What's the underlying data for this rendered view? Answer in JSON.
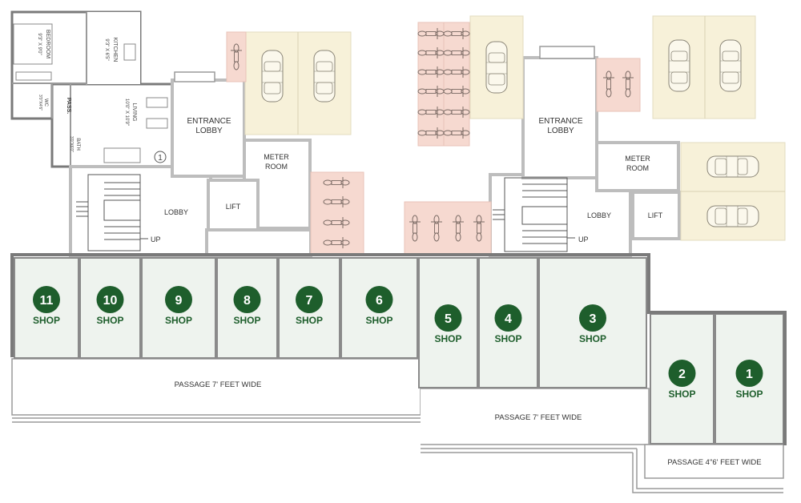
{
  "colors": {
    "wall": "#bdbdbd",
    "wall_dark": "#6e6e6e",
    "shop_fill": "#eef3ee",
    "shop_badge": "#1e5e2c",
    "car_bay": "#f7f1d9",
    "bike_bay": "#f6d9d0",
    "text": "#333333"
  },
  "shops": [
    {
      "number": "11",
      "label": "SHOP"
    },
    {
      "number": "10",
      "label": "SHOP"
    },
    {
      "number": "9",
      "label": "SHOP"
    },
    {
      "number": "8",
      "label": "SHOP"
    },
    {
      "number": "7",
      "label": "SHOP"
    },
    {
      "number": "6",
      "label": "SHOP"
    },
    {
      "number": "5",
      "label": "SHOP"
    },
    {
      "number": "4",
      "label": "SHOP"
    },
    {
      "number": "3",
      "label": "SHOP"
    },
    {
      "number": "2",
      "label": "SHOP"
    },
    {
      "number": "1",
      "label": "SHOP"
    }
  ],
  "labels": {
    "entrance_lobby_1_line1": "ENTRANCE",
    "entrance_lobby_1_line2": "LOBBY",
    "entrance_lobby_2_line1": "ENTRANCE",
    "entrance_lobby_2_line2": "LOBBY",
    "meter_room_1_line1": "METER",
    "meter_room_1_line2": "ROOM",
    "meter_room_2_line1": "METER",
    "meter_room_2_line2": "ROOM",
    "lift_1": "LIFT",
    "lift_2": "LIFT",
    "lobby_1": "LOBBY",
    "lobby_2": "LOBBY",
    "up_1": "UP",
    "up_2": "UP",
    "passage_left": "PASSAGE 7' FEET WIDE",
    "passage_mid": "PASSAGE 7' FEET WIDE",
    "passage_right": "PASSAGE 4\"6' FEET WIDE"
  },
  "flat": {
    "bedroom": "BEDROOM",
    "bedroom_size": "9'3\" X 9'0\"",
    "kitchen": "KITCHEN",
    "kitchen_size": "9'3\" X 6'5\"",
    "living": "LIVING",
    "living_size": "10'0\" X 10'9\"",
    "wc": "WC",
    "wc_size": "3'0\"X4'6\"",
    "pass": "PASS.",
    "bath": "BATH",
    "bath_size": "3'0\"X6'0\"",
    "unit_number": "1"
  }
}
